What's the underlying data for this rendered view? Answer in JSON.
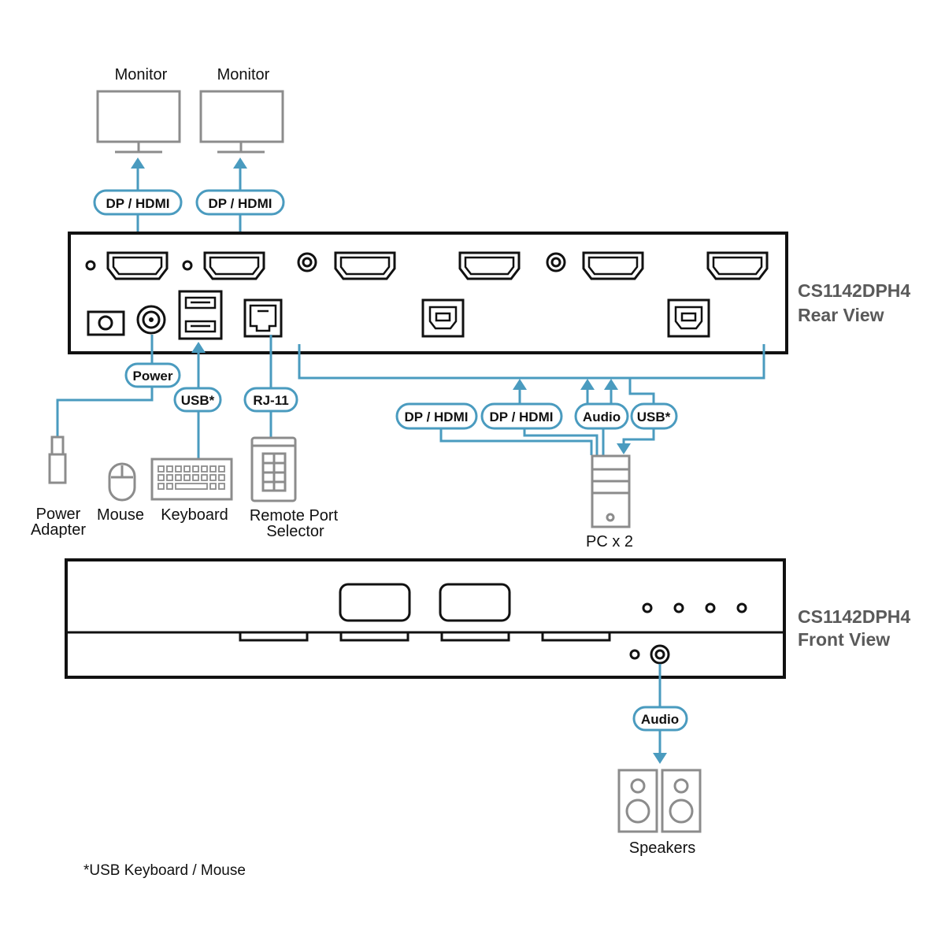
{
  "titles": {
    "rear_model": "CS1142DPH4",
    "rear_view": "Rear View",
    "front_model": "CS1142DPH4",
    "front_view": "Front View"
  },
  "devices": {
    "monitor_1": "Monitor",
    "monitor_2": "Monitor",
    "power_adapter_line1": "Power",
    "power_adapter_line2": "Adapter",
    "mouse": "Mouse",
    "keyboard": "Keyboard",
    "remote_line1": "Remote Port",
    "remote_line2": "Selector",
    "pc": "PC x 2",
    "speakers": "Speakers"
  },
  "connectors": {
    "monitor_1": "DP / HDMI",
    "monitor_2": "DP / HDMI",
    "power": "Power",
    "usb_console": "USB*",
    "rj11": "RJ-11",
    "pc_video_1": "DP / HDMI",
    "pc_video_2": "DP / HDMI",
    "pc_audio": "Audio",
    "pc_usb": "USB*",
    "front_audio": "Audio"
  },
  "footnote": "*USB Keyboard / Mouse",
  "colors": {
    "connector_line": "#4a9bbf",
    "device_outline": "#8c8c8c",
    "unit_outline": "#111111",
    "title_text": "#5a5a5a"
  }
}
